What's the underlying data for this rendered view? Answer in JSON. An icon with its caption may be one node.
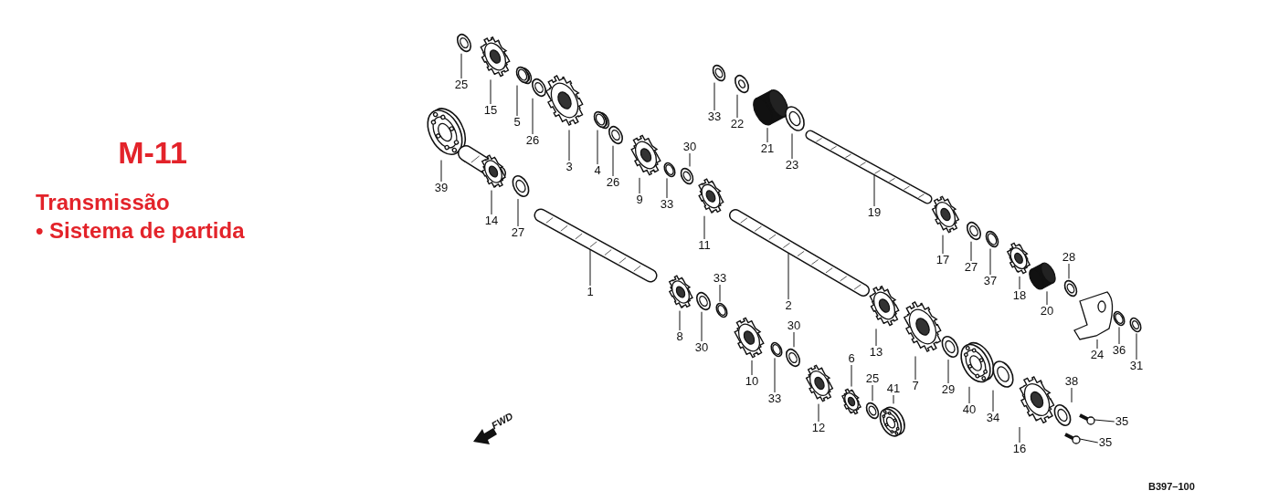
{
  "diagram": {
    "nodes": [
      {
        "text": [
          "25"
        ]
      },
      {
        "text": [
          "15"
        ]
      },
      {
        "text": [
          "5"
        ]
      },
      {
        "text": [
          "26"
        ]
      },
      {
        "text": [
          "3"
        ]
      },
      {
        "text": [
          "4"
        ]
      },
      {
        "text": [
          "26"
        ]
      },
      {
        "text": [
          "39"
        ]
      },
      {
        "text": [
          "9"
        ]
      },
      {
        "text": [
          "30"
        ]
      },
      {
        "text": [
          "33"
        ]
      },
      {
        "text": [
          "14"
        ]
      },
      {
        "text": [
          "27"
        ]
      },
      {
        "text": [
          "11"
        ]
      },
      {
        "text": [
          "33"
        ]
      },
      {
        "text": [
          "22"
        ]
      },
      {
        "text": [
          "21"
        ]
      },
      {
        "text": [
          "23"
        ]
      },
      {
        "text": [
          "19"
        ]
      },
      {
        "text": [
          "1"
        ]
      },
      {
        "text": [
          "2"
        ]
      },
      {
        "text": [
          "17"
        ]
      },
      {
        "text": [
          "27"
        ]
      },
      {
        "text": [
          "37"
        ]
      },
      {
        "text": [
          "18"
        ]
      },
      {
        "text": [
          "28"
        ]
      },
      {
        "text": [
          "20"
        ]
      },
      {
        "text": [
          "33"
        ]
      },
      {
        "text": [
          "8"
        ]
      },
      {
        "text": [
          "30"
        ]
      },
      {
        "text": [
          "24"
        ]
      },
      {
        "text": [
          "36"
        ]
      },
      {
        "text": [
          "31"
        ]
      },
      {
        "text": [
          "30"
        ]
      },
      {
        "text": [
          "13"
        ]
      },
      {
        "text": [
          "6"
        ]
      },
      {
        "text": [
          "10"
        ]
      },
      {
        "text": [
          "7"
        ]
      },
      {
        "text": [
          "33"
        ]
      },
      {
        "text": [
          "25"
        ]
      },
      {
        "text": [
          "41"
        ]
      },
      {
        "text": [
          "29"
        ]
      },
      {
        "text": [
          "40"
        ]
      },
      {
        "text": [
          "34"
        ]
      },
      {
        "text": [
          "38"
        ]
      },
      {
        "text": [
          "12"
        ]
      },
      {
        "text": [
          "35"
        ]
      },
      {
        "text": [
          "35"
        ]
      },
      {
        "text": [
          "16"
        ]
      },
      {
        "text": [],
        "shape": "picture"
      },
      {
        "text": [],
        "shape": "picture"
      },
      {
        "text": [],
        "shape": "picture"
      },
      {
        "text": [],
        "shape": "picture"
      },
      {
        "text": [],
        "shape": "picture"
      },
      {
        "text": [],
        "shape": "picture"
      },
      {
        "text": [],
        "shape": "picture"
      },
      {
        "text": [],
        "shape": "picture"
      },
      {
        "text": [],
        "shape": "picture"
      },
      {
        "text": [],
        "shape": "picture"
      },
      {
        "text": [],
        "shape": "picture"
      },
      {
        "text": [],
        "shape": "picture"
      },
      {
        "text": [],
        "shape": "picture"
      },
      {
        "text": [],
        "shape": "picture"
      },
      {
        "text": [],
        "shape": "picture"
      },
      {
        "text": [],
        "shape": "picture"
      },
      {
        "text": [],
        "shape": "picture"
      },
      {
        "text": [],
        "shape": "picture"
      },
      {
        "text": [],
        "shape": "picture"
      },
      {
        "text": [],
        "shape": "picture"
      },
      {
        "text": [],
        "shape": "picture"
      },
      {
        "text": [],
        "shape": "picture"
      },
      {
        "text": [],
        "shape": "picture"
      },
      {
        "text": [],
        "shape": "picture"
      },
      {
        "text": [],
        "shape": "picture"
      },
      {
        "text": [],
        "shape": "picture"
      },
      {
        "text": [],
        "shape": "picture"
      },
      {
        "text": [],
        "shape": "picture"
      },
      {
        "text": [],
        "shape": "picture"
      },
      {
        "text": [],
        "shape": "picture"
      },
      {
        "text": [],
        "shape": "picture"
      },
      {
        "text": [],
        "shape": "picture"
      },
      {
        "text": [],
        "shape": "picture"
      },
      {
        "text": [],
        "shape": "picture"
      },
      {
        "text": [],
        "shape": "picture"
      },
      {
        "text": [],
        "shape": "picture"
      },
      {
        "text": [],
        "shape": "picture"
      },
      {
        "text": [],
        "shape": "picture"
      },
      {
        "text": [],
        "shape": "picture"
      },
      {
        "text": [],
        "shape": "picture"
      },
      {
        "text": [],
        "shape": "picture"
      },
      {
        "text": [],
        "shape": "picture"
      },
      {
        "text": [],
        "shape": "picture"
      },
      {
        "text": [],
        "shape": "picture"
      },
      {
        "text": [],
        "shape": "picture"
      },
      {
        "text": [],
        "shape": "picture"
      },
      {
        "text": [],
        "shape": "picture"
      },
      {
        "text": [],
        "shape": "picture"
      },
      {
        "text": [],
        "shape": "picture"
      }
    ],
    "edges": [
      {
        "from": 0,
        "to": 49,
        "arrow": "none"
      },
      {
        "from": 1,
        "to": 50,
        "arrow": "none"
      },
      {
        "from": 2,
        "to": 51,
        "arrow": "none"
      },
      {
        "from": 3,
        "to": 52,
        "arrow": "none"
      },
      {
        "from": 4,
        "to": 53,
        "arrow": "none"
      },
      {
        "from": 5,
        "to": 54,
        "arrow": "none"
      },
      {
        "from": 6,
        "to": 55,
        "arrow": "none"
      },
      {
        "from": 7,
        "to": 56,
        "arrow": "none"
      },
      {
        "from": 8,
        "to": 57,
        "arrow": "none"
      },
      {
        "from": 9,
        "to": 58,
        "arrow": "none"
      },
      {
        "from": 10,
        "to": 59,
        "arrow": "none"
      },
      {
        "from": 11,
        "to": 60,
        "arrow": "none"
      },
      {
        "from": 12,
        "to": 61,
        "arrow": "none"
      },
      {
        "from": 13,
        "to": 62,
        "arrow": "none"
      },
      {
        "from": 14,
        "to": 63,
        "arrow": "none"
      },
      {
        "from": 15,
        "to": 64,
        "arrow": "none"
      },
      {
        "from": 16,
        "to": 65,
        "arrow": "none"
      },
      {
        "from": 17,
        "to": 66,
        "arrow": "none"
      },
      {
        "from": 18,
        "to": 67,
        "arrow": "none"
      },
      {
        "from": 19,
        "to": 68,
        "arrow": "none"
      },
      {
        "from": 20,
        "to": 69,
        "arrow": "none"
      },
      {
        "from": 21,
        "to": 70,
        "arrow": "none"
      },
      {
        "from": 22,
        "to": 71,
        "arrow": "none"
      },
      {
        "from": 23,
        "to": 72,
        "arrow": "none"
      },
      {
        "from": 24,
        "to": 73,
        "arrow": "none"
      },
      {
        "from": 25,
        "to": 74,
        "arrow": "none"
      },
      {
        "from": 26,
        "to": 75,
        "arrow": "none"
      },
      {
        "from": 27,
        "to": 76,
        "arrow": "none"
      },
      {
        "from": 28,
        "to": 77,
        "arrow": "none"
      },
      {
        "from": 29,
        "to": 78,
        "arrow": "none"
      },
      {
        "from": 30,
        "to": 79,
        "arrow": "none"
      },
      {
        "from": 31,
        "to": 80,
        "arrow": "none"
      },
      {
        "from": 32,
        "to": 81,
        "arrow": "none"
      },
      {
        "from": 33,
        "to": 82,
        "arrow": "none"
      },
      {
        "from": 34,
        "to": 83,
        "arrow": "none"
      },
      {
        "from": 35,
        "to": 84,
        "arrow": "none"
      },
      {
        "from": 36,
        "to": 85,
        "arrow": "none"
      },
      {
        "from": 37,
        "to": 86,
        "arrow": "none"
      },
      {
        "from": 38,
        "to": 87,
        "arrow": "none"
      },
      {
        "from": 39,
        "to": 88,
        "arrow": "none"
      },
      {
        "from": 40,
        "to": 89,
        "arrow": "none"
      },
      {
        "from": 41,
        "to": 90,
        "arrow": "none"
      },
      {
        "from": 42,
        "to": 91,
        "arrow": "none"
      },
      {
        "from": 43,
        "to": 92,
        "arrow": "none"
      },
      {
        "from": 44,
        "to": 93,
        "arrow": "none"
      },
      {
        "from": 45,
        "to": 94,
        "arrow": "none"
      },
      {
        "from": 46,
        "to": 95,
        "arrow": "none"
      },
      {
        "from": 47,
        "to": 96,
        "arrow": "none"
      },
      {
        "from": 48,
        "to": 97,
        "arrow": "none"
      }
    ],
    "labels": [
      "M-11",
      "Transmissão",
      "• Sistema de partida",
      "FWD",
      "B397–100"
    ]
  }
}
